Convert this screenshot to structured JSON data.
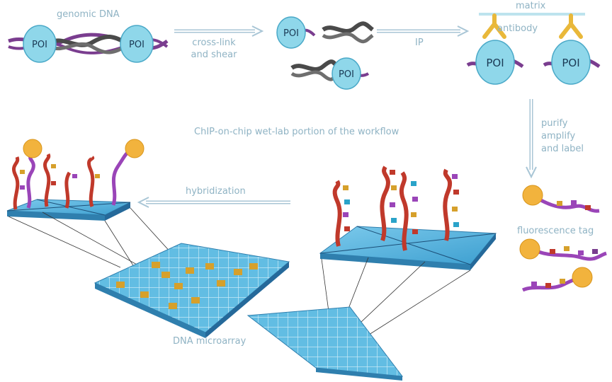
{
  "labels": {
    "genomic_dna": "genomic DNA",
    "crosslink_line1": "cross-link",
    "crosslink_line2": "and shear",
    "ip": "IP",
    "matrix": "matrix",
    "antibody": "antibody",
    "purify": "purify",
    "amplify": "amplify",
    "and_label": "and label",
    "workflow_title": "ChIP-on-chip wet-lab portion of the workflow",
    "fluorescence_tag": "fluorescence tag",
    "hybridization": "hybridization",
    "dna_microarray": "DNA microarray"
  },
  "protein_label": "POI",
  "colors": {
    "label_text": "#8fb3c4",
    "arrow": "#a9c6d6",
    "protein_fill": "#8fd7ea",
    "protein_stroke": "#4aa9c8",
    "dna_purple": "#7a3d8f",
    "dna_red": "#c0392b",
    "dna_gray": "#4a4a4a",
    "antibody_yellow": "#e9b83a",
    "matrix_line": "#bde3ee",
    "fluor_bead": "#f2b33d",
    "chip_blue": "#5cb6de",
    "chip_spot": "#d6a02b"
  }
}
